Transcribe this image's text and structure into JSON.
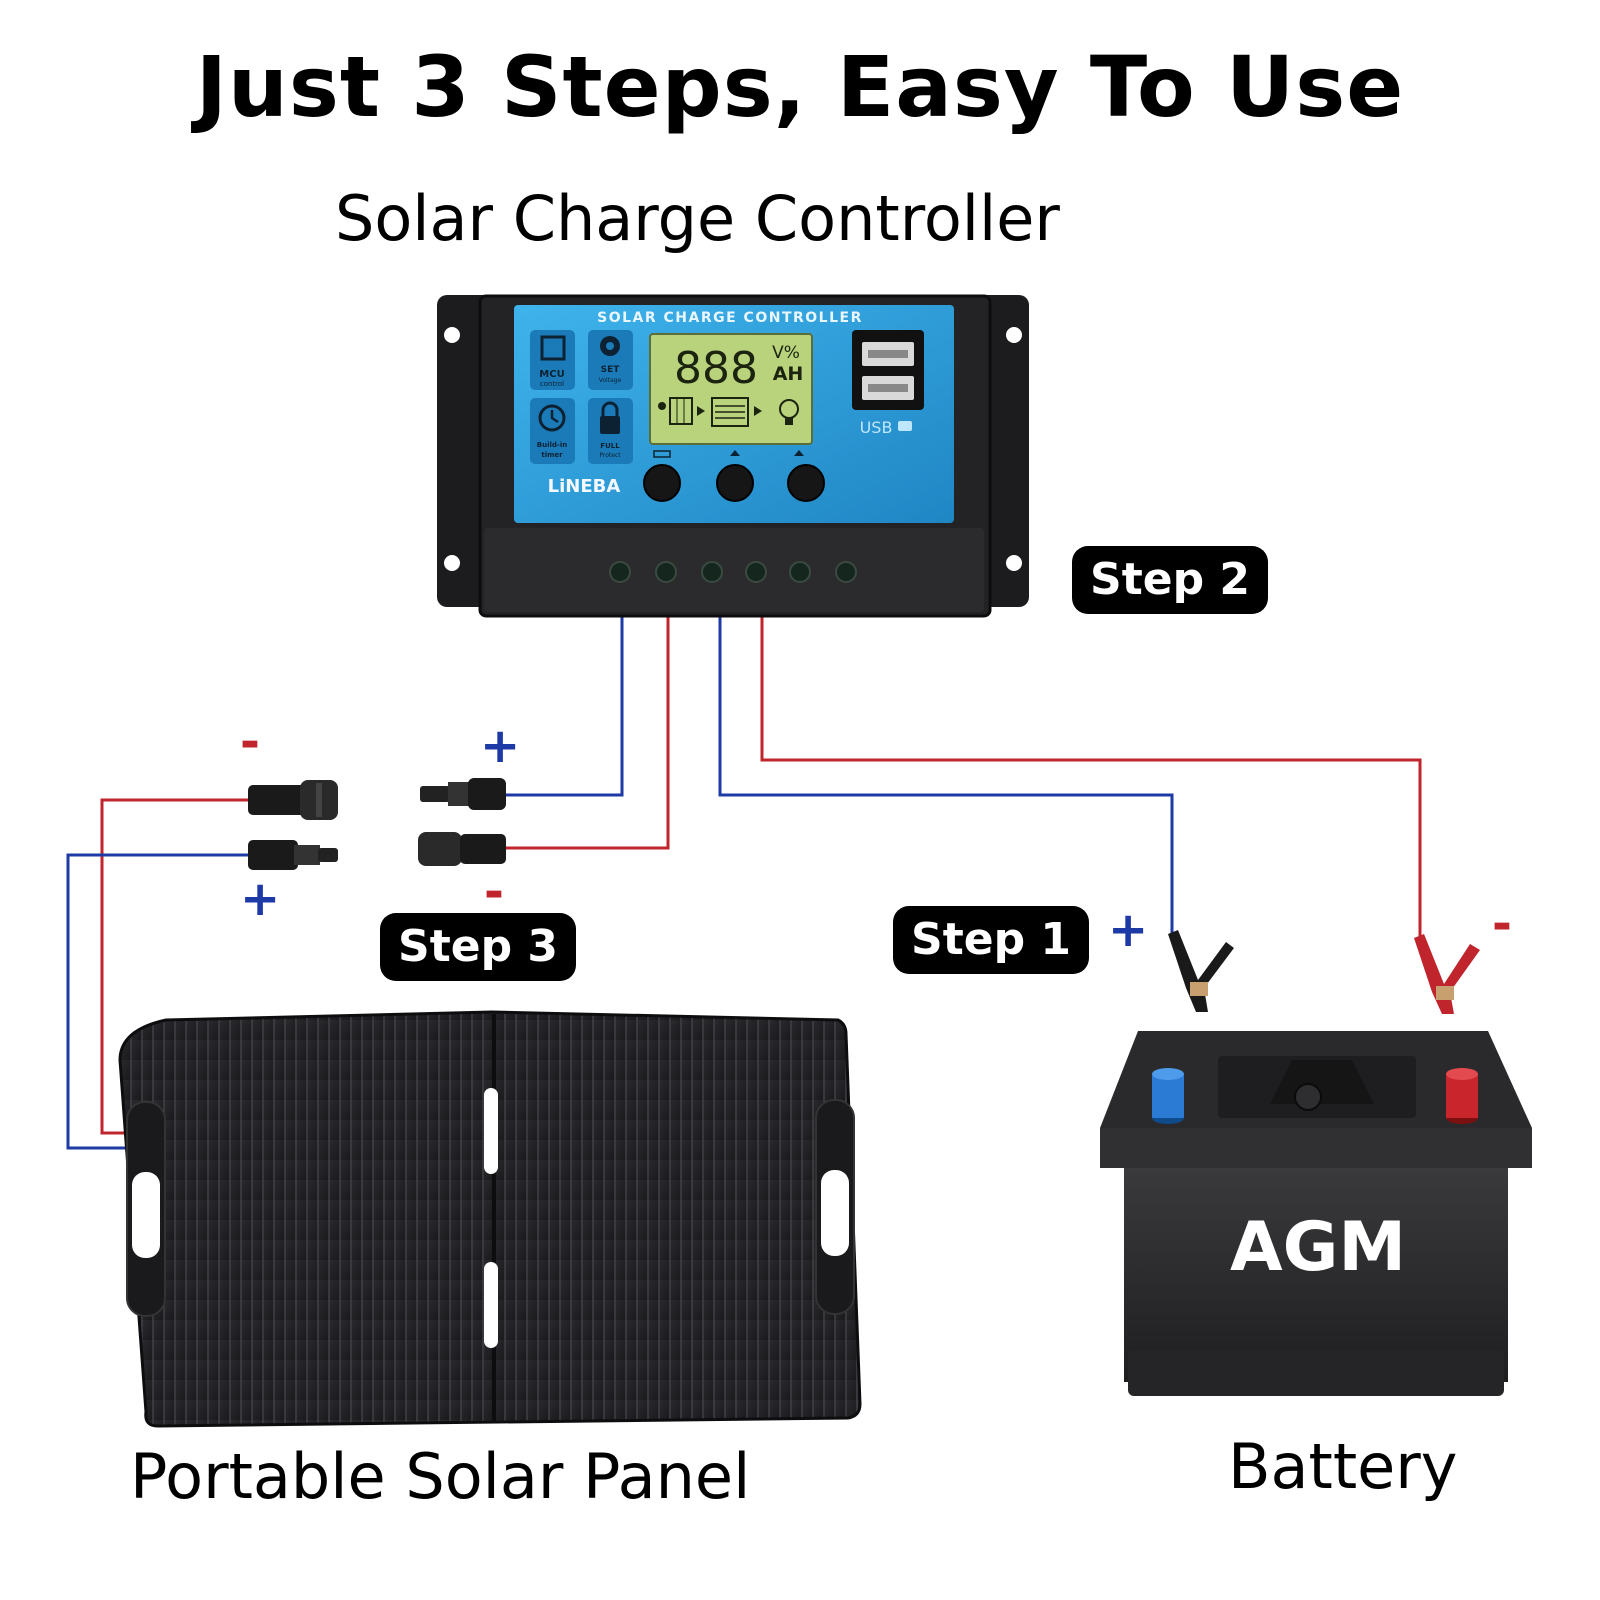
{
  "title": "Just 3 Steps, Easy To Use",
  "labels": {
    "controller": "Solar Charge Controller",
    "panel": "Portable Solar Panel",
    "battery": "Battery"
  },
  "steps": {
    "step1": "Step 1",
    "step2": "Step 2",
    "step3": "Step 3"
  },
  "polarity": {
    "plus": "+",
    "minus": "-"
  },
  "controller": {
    "header": "SOLAR CHARGE CONTROLLER",
    "lcd_digits": "888",
    "lcd_unit_top": "V%",
    "lcd_unit_bottom": "AH",
    "mcu_label": "MCU",
    "mcu_sub": "control",
    "set_label": "SET",
    "set_sub": "Voltage",
    "timer_label": "Build-in",
    "timer_sub": "timer",
    "full_label": "FULL",
    "full_sub": "Protect",
    "brand": "LiNEBA",
    "usb_label": "USB"
  },
  "battery": {
    "type": "AGM"
  },
  "colors": {
    "positive_wire": "#1e3aa6",
    "negative_wire": "#c0242c",
    "controller_face": "#2f9bd6",
    "lcd": "#b9d27c"
  }
}
